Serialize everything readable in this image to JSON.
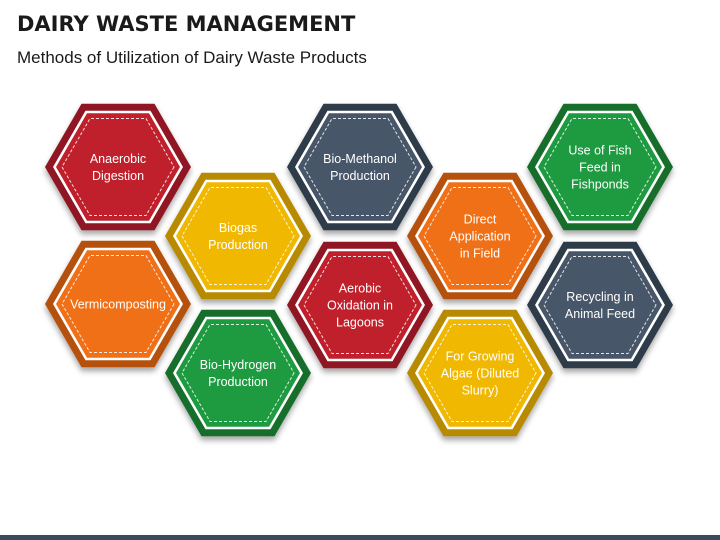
{
  "header": {
    "title": "DAIRY WASTE MANAGEMENT",
    "subtitle": "Methods of Utilization of Dairy Waste Products"
  },
  "colors": {
    "red": "#c0202b",
    "red_dark": "#8f1620",
    "yellow": "#f0b800",
    "yellow_dark": "#b88a00",
    "orange": "#f07018",
    "orange_dark": "#b5510d",
    "green": "#1e9a40",
    "green_dark": "#136e2b",
    "slate": "#475668",
    "slate_dark": "#2f3a48",
    "text_light": "#ffffff",
    "bottom_bar": "#3d4a5c"
  },
  "hexagons": [
    {
      "id": "anaerobic-digestion",
      "lines": [
        "Anaerobic",
        "Digestion"
      ],
      "color": "red"
    },
    {
      "id": "biogas-production",
      "lines": [
        "Biogas",
        "Production"
      ],
      "color": "yellow"
    },
    {
      "id": "vermicomposting",
      "lines": [
        "Vermicomposting"
      ],
      "color": "orange"
    },
    {
      "id": "bio-hydrogen-production",
      "lines": [
        "Bio-Hydrogen",
        "Production"
      ],
      "color": "green"
    },
    {
      "id": "bio-methanol-production",
      "lines": [
        "Bio-Methanol",
        "Production"
      ],
      "color": "slate"
    },
    {
      "id": "aerobic-oxidation-in-lagoons",
      "lines": [
        "Aerobic",
        "Oxidation in",
        "Lagoons"
      ],
      "color": "red"
    },
    {
      "id": "direct-application-in-field",
      "lines": [
        "Direct",
        "Application",
        "in Field"
      ],
      "color": "orange"
    },
    {
      "id": "for-growing-algae",
      "lines": [
        "For Growing",
        "Algae (Diluted",
        "Slurry)"
      ],
      "color": "yellow"
    },
    {
      "id": "use-of-fish-feed-in-fishponds",
      "lines": [
        "Use of Fish",
        "Feed in",
        "Fishponds"
      ],
      "color": "green"
    },
    {
      "id": "recycling-in-animal-feed",
      "lines": [
        "Recycling in",
        "Animal Feed"
      ],
      "color": "slate"
    }
  ]
}
